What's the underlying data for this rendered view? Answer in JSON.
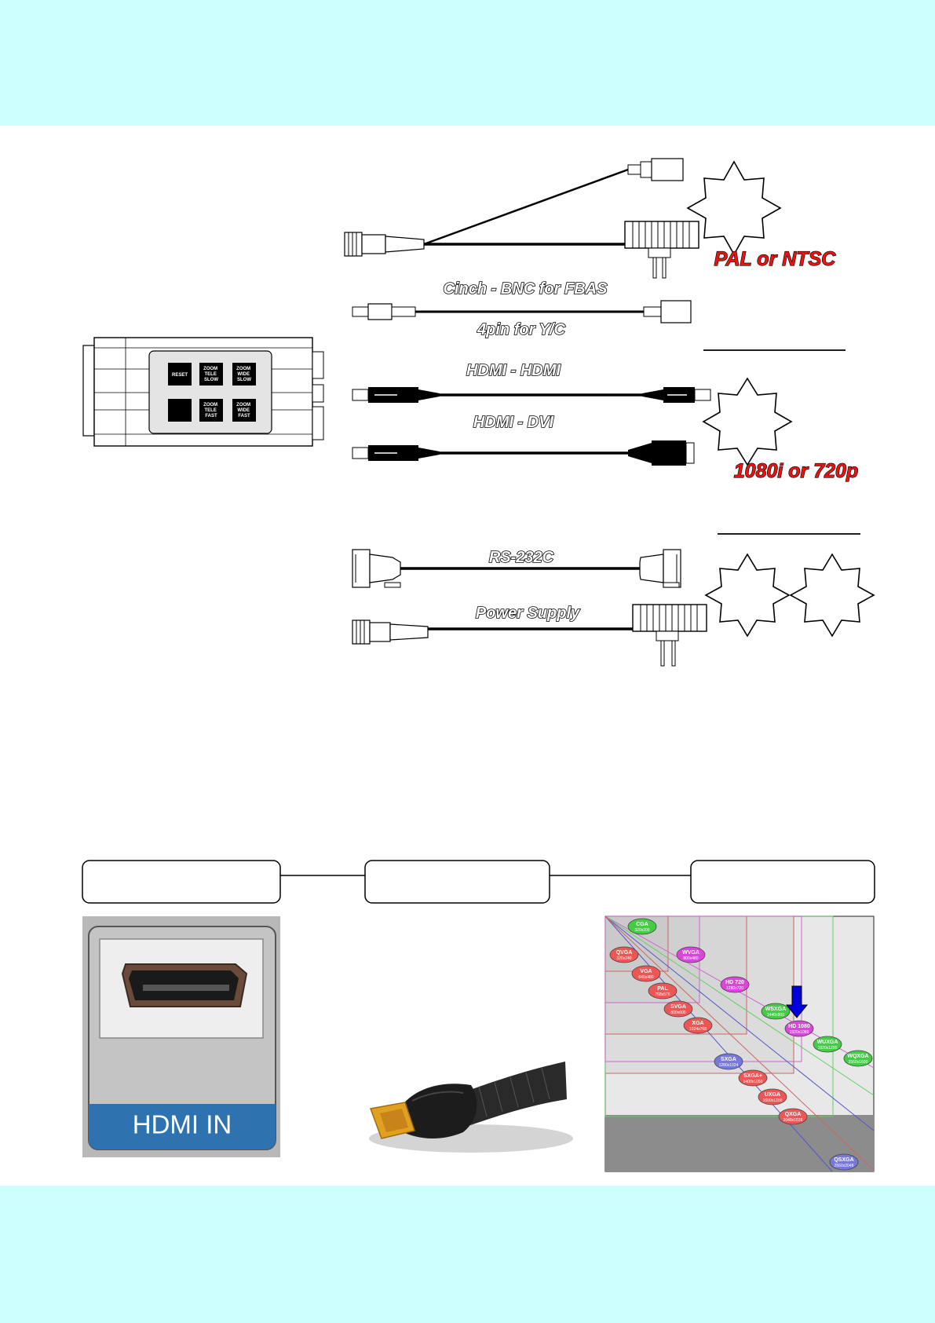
{
  "cables": {
    "cinch_bnc": "Cinch - BNC for FBAS",
    "yc4pin": "4pin for Y/C",
    "hdmi_hdmi": "HDMI - HDMI",
    "hdmi_dvi": "HDMI - DVI",
    "rs232": "RS-232C",
    "power": "Power Supply"
  },
  "formats": {
    "analog": "PAL or NTSC",
    "digital": "1080i  or 720p"
  },
  "camera_buttons": {
    "reset": "RESET",
    "tele_slow": [
      "ZOOM",
      "TELE",
      "SLOW"
    ],
    "wide_slow": [
      "ZOOM",
      "WIDE",
      "SLOW"
    ],
    "tele_fast": [
      "ZOOM",
      "TELE",
      "FAST"
    ],
    "wide_fast": [
      "ZOOM",
      "WIDE",
      "FAST"
    ]
  },
  "hdmi_port": {
    "label": "HDMI IN"
  },
  "resolutions": [
    {
      "name": "CGA",
      "sub": "320x200",
      "color": "#44cc44"
    },
    {
      "name": "QVGA",
      "sub": "320x240",
      "color": "#ee5555"
    },
    {
      "name": "WVGA",
      "sub": "800x480",
      "color": "#dd44dd"
    },
    {
      "name": "VGA",
      "sub": "640x480",
      "color": "#ee5555"
    },
    {
      "name": "PAL",
      "sub": "768x576",
      "color": "#ee5555"
    },
    {
      "name": "HD 720",
      "sub": "1280x720",
      "color": "#dd44dd"
    },
    {
      "name": "SVGA",
      "sub": "800x600",
      "color": "#ee5555"
    },
    {
      "name": "WSXGA",
      "sub": "1440x900",
      "color": "#44cc44"
    },
    {
      "name": "XGA",
      "sub": "1024x768",
      "color": "#ee5555"
    },
    {
      "name": "HD 1080",
      "sub": "1920x1080",
      "color": "#dd44dd"
    },
    {
      "name": "WUXGA",
      "sub": "1920x1200",
      "color": "#44cc44"
    },
    {
      "name": "SXGA",
      "sub": "1280x1024",
      "color": "#7777dd"
    },
    {
      "name": "WQXGA",
      "sub": "2560x1600",
      "color": "#44cc44"
    },
    {
      "name": "SXGA+",
      "sub": "1400x1050",
      "color": "#ee5555"
    },
    {
      "name": "UXGA",
      "sub": "1600x1200",
      "color": "#ee5555"
    },
    {
      "name": "QXGA",
      "sub": "2048x1536",
      "color": "#ee5555"
    },
    {
      "name": "QSXGA",
      "sub": "2560x2048",
      "color": "#7777dd"
    }
  ]
}
